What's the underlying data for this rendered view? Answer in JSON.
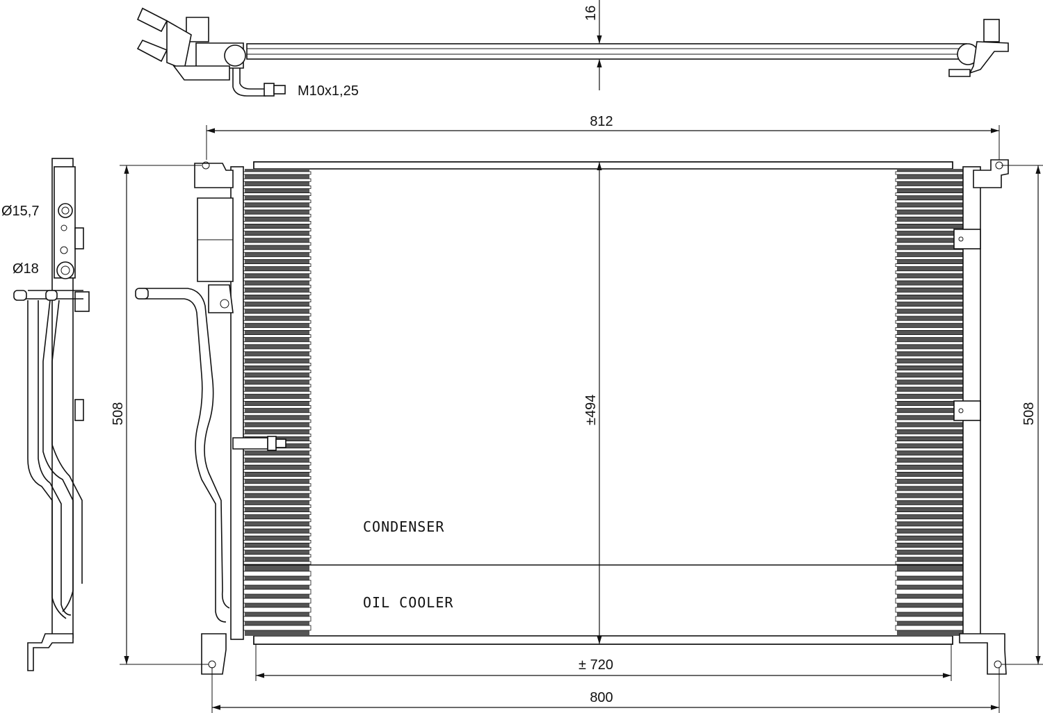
{
  "drawing": {
    "title_labels": {
      "core_label_condenser": "CONDENSER",
      "core_label_oil_cooler": "OIL COOLER"
    },
    "dimensions": {
      "thickness": "16",
      "thread": "M10x1,25",
      "overall_width_top": "812",
      "diameter_1": "Ø15,7",
      "diameter_2": "Ø18",
      "height_left": "508",
      "core_height": "±494",
      "height_right": "508",
      "core_width": "± 720",
      "overall_width_bottom": "800"
    },
    "colors": {
      "line": "#111111",
      "background": "#ffffff"
    }
  }
}
